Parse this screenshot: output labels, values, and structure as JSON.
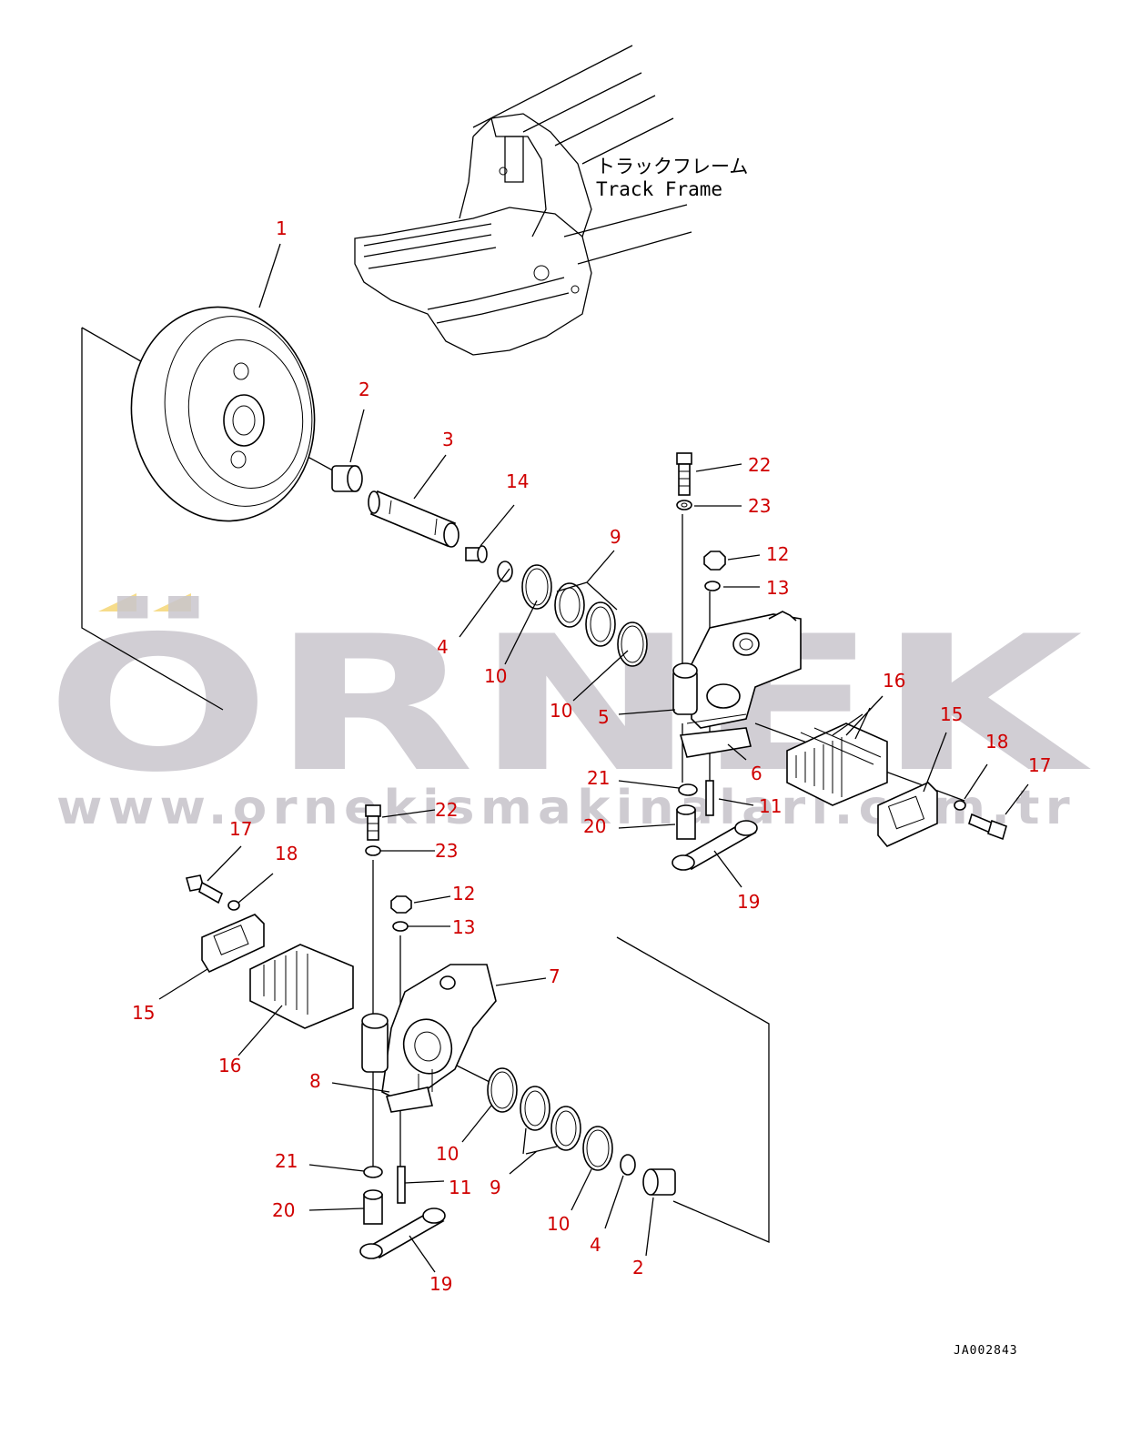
{
  "frame_label": {
    "japanese": "トラックフレーム",
    "english": "Track Frame"
  },
  "watermark": {
    "brand": "ÖRNEK",
    "url": "www.ornekismakinalari.com.tr",
    "color": "#c9c6cd",
    "accent": "#f6dc8a"
  },
  "drawing_code": "JA002843",
  "label_color": "#d00000",
  "callouts": {
    "c1": "1",
    "c2a": "2",
    "c2b": "2",
    "c3": "3",
    "c4a": "4",
    "c4b": "4",
    "c5": "5",
    "c6": "6",
    "c7": "7",
    "c8": "8",
    "c9a": "9",
    "c9b": "9",
    "c10a": "10",
    "c10b": "10",
    "c10c": "10",
    "c10d": "10",
    "c11a": "11",
    "c11b": "11",
    "c12a": "12",
    "c12b": "12",
    "c13a": "13",
    "c13b": "13",
    "c14": "14",
    "c15a": "15",
    "c15b": "15",
    "c16a": "16",
    "c16b": "16",
    "c17a": "17",
    "c17b": "17",
    "c18a": "18",
    "c18b": "18",
    "c19a": "19",
    "c19b": "19",
    "c20a": "20",
    "c20b": "20",
    "c21a": "21",
    "c21b": "21",
    "c22a": "22",
    "c22b": "22",
    "c23a": "23",
    "c23b": "23"
  }
}
